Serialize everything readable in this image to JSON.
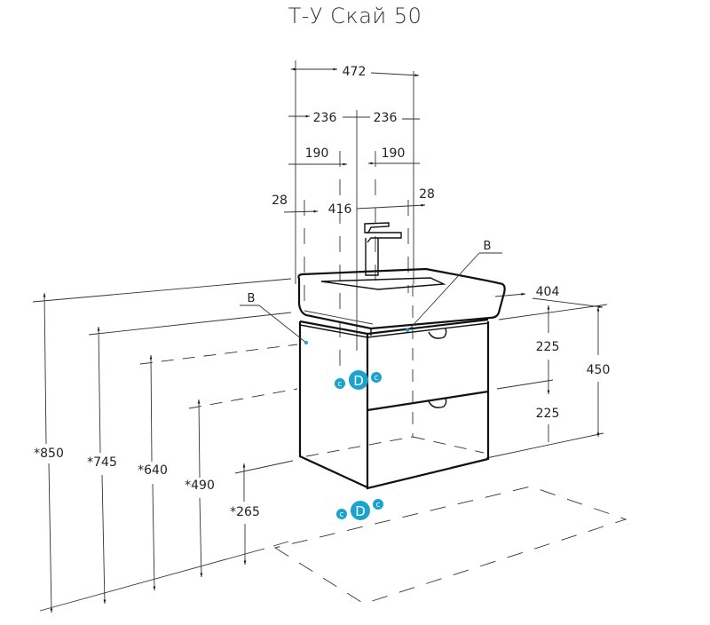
{
  "title": "Т-У Скай 50",
  "dimensions": {
    "top_width": "472",
    "half_left": "236",
    "half_right": "236",
    "offset_left": "190",
    "offset_right": "190",
    "edge_left": "28",
    "inner_width": "416",
    "edge_right": "28",
    "depth": "404",
    "drawer_top": "225",
    "drawer_bottom": "225",
    "cabinet_height": "450",
    "floor_850": "*850",
    "floor_745": "*745",
    "floor_640": "*640",
    "floor_490": "*490",
    "floor_265": "*265"
  },
  "labels": {
    "callout_left": "B",
    "callout_right": "B"
  },
  "markers": {
    "wall": {
      "main": "D",
      "left": "c",
      "right": "c"
    },
    "floor": {
      "main": "D",
      "left": "c",
      "right": "c"
    },
    "color": "#1aa3cc"
  }
}
